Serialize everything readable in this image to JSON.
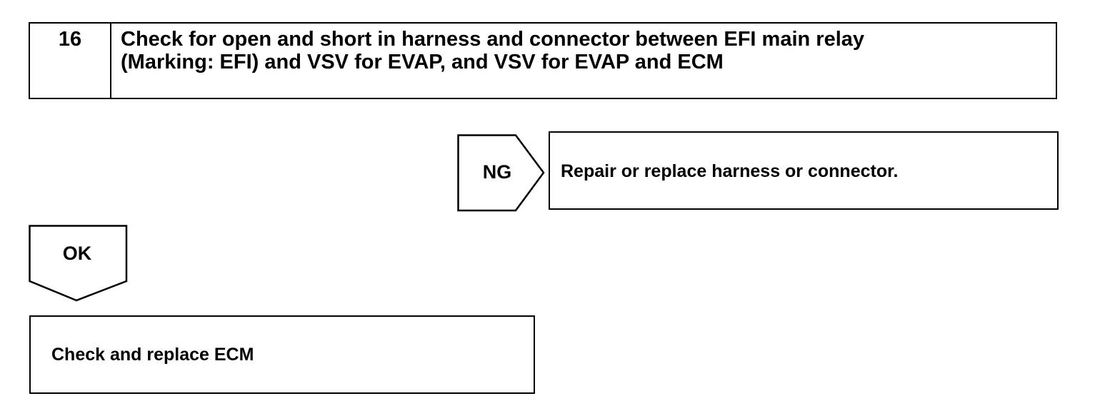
{
  "step": {
    "number": "16",
    "title_lines": [
      "Check for open and short in harness and connector between EFI main relay",
      "(Marking: EFI) and VSV for EVAP, and VSV for EVAP and ECM"
    ]
  },
  "ng_branch": {
    "label": "NG",
    "action": "Repair or replace harness or connector."
  },
  "ok_branch": {
    "label": "OK",
    "action": "Check and replace ECM"
  }
}
